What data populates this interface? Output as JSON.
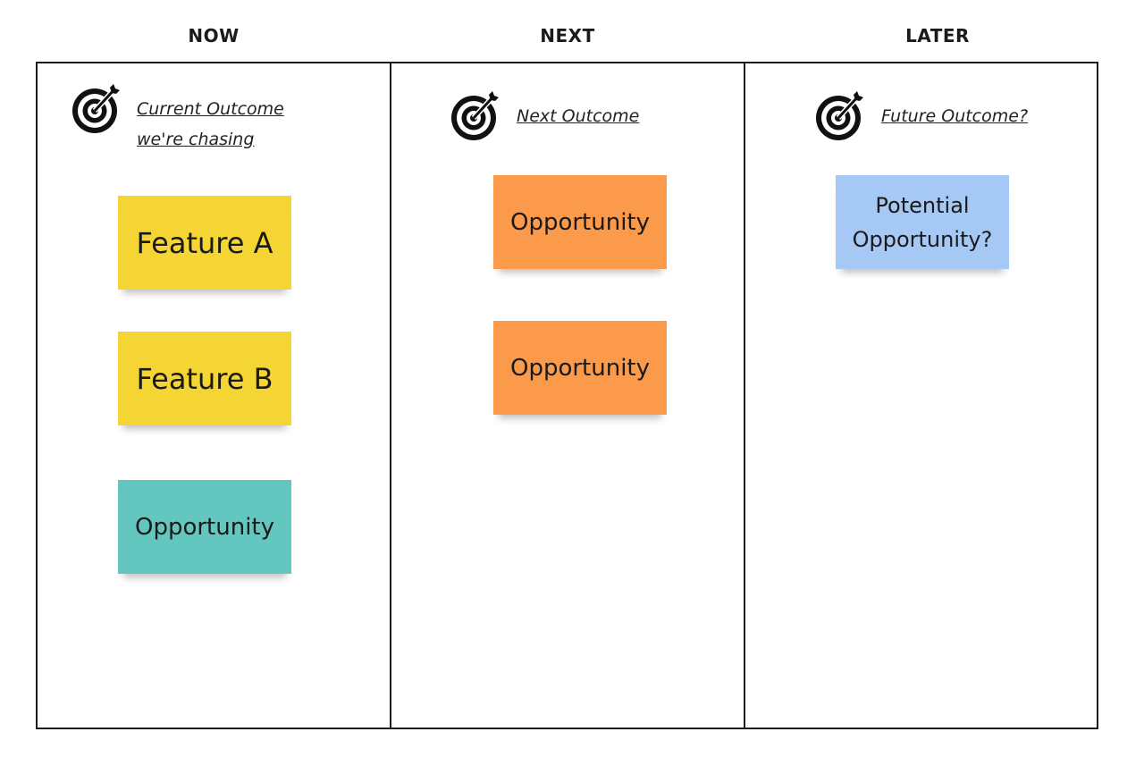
{
  "columns": [
    {
      "heading": "NOW",
      "outcome": "Current Outcome we're chasing",
      "outcome_lines": [
        "Current Outcome",
        "we're chasing"
      ],
      "stickies": [
        {
          "text": "Feature A",
          "color": "#f4d534"
        },
        {
          "text": "Feature B",
          "color": "#f4d534"
        },
        {
          "text": "Opportunity",
          "color": "#63c7bf"
        }
      ]
    },
    {
      "heading": "NEXT",
      "outcome": "Next Outcome",
      "stickies": [
        {
          "text": "Opportunity",
          "color": "#fb9a4b"
        },
        {
          "text": "Opportunity",
          "color": "#fb9a4b"
        }
      ]
    },
    {
      "heading": "LATER",
      "outcome": "Future Outcome?",
      "stickies": [
        {
          "text": "Potential Opportunity?",
          "color": "#a6c8f4"
        }
      ]
    }
  ],
  "icons": {
    "outcome": "target-icon"
  },
  "colors": {
    "border": "#1c1c1c",
    "feature": "#f4d534",
    "current_opportunity": "#63c7bf",
    "next_opportunity": "#fb9a4b",
    "potential_opportunity": "#a6c8f4"
  }
}
